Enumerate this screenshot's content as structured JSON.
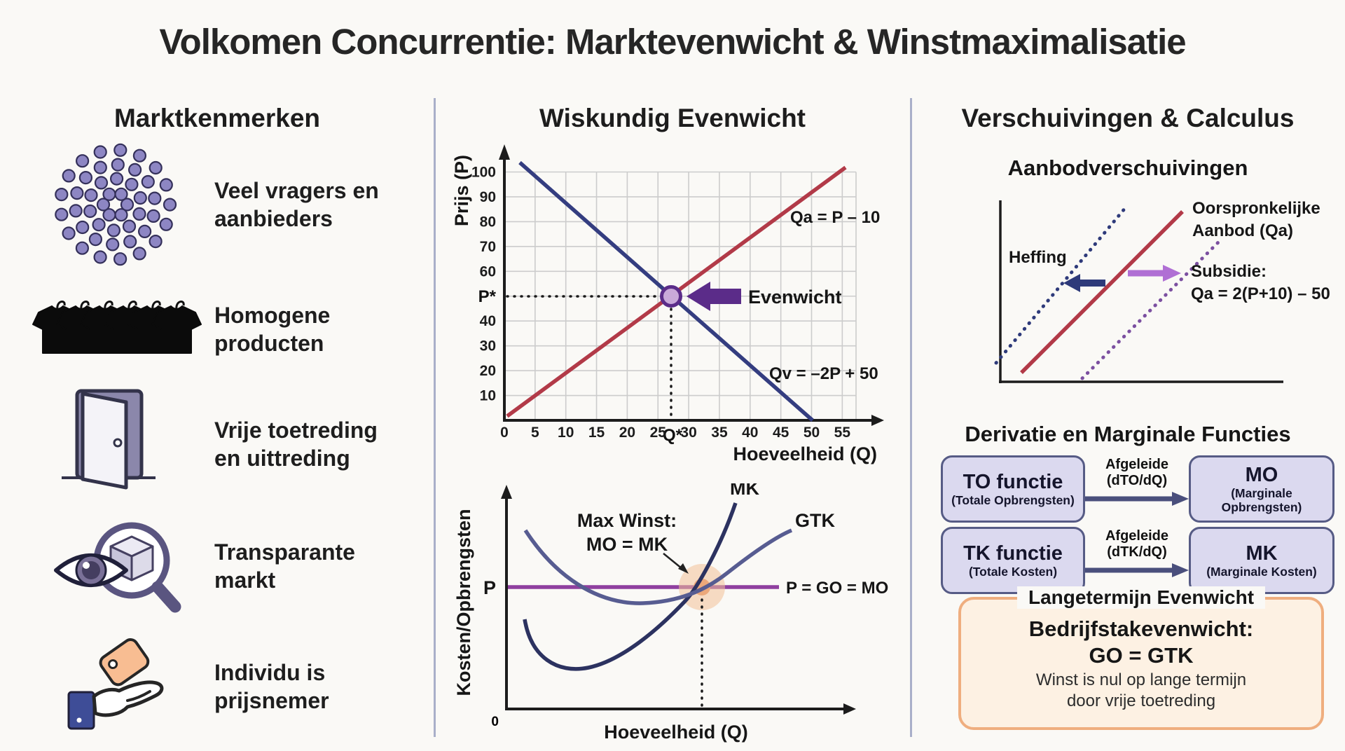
{
  "title": "Volkomen Concurrentie: Marktevenwicht & Winstmaximalisatie",
  "colors": {
    "supply_red": "#b23a48",
    "demand_blue": "#343d80",
    "equilibrium_purple": "#5b2c89",
    "equilibrium_dot_fill": "#c9a9d9",
    "price_line_purple": "#8f3f9f",
    "mk_navy": "#2c3260",
    "gtk_slate": "#575c91",
    "profit_halo_orange": "#f2c198",
    "flow_box_fill": "#dbd9ef",
    "flow_box_border": "#565b85",
    "longrun_border": "#efae7f",
    "longrun_fill": "#fdf1e3",
    "icon_purple": "#8d86c3"
  },
  "left": {
    "header": "Marktkenmerken",
    "items": [
      {
        "icon": "crowd-dots-icon",
        "lines": [
          "Veel vragers en",
          "aanbieders"
        ]
      },
      {
        "icon": "tshirts-icon",
        "lines": [
          "Homogene",
          "producten"
        ]
      },
      {
        "icon": "open-door-icon",
        "lines": [
          "Vrije toetreding",
          "en uittreding"
        ]
      },
      {
        "icon": "eye-magnifier-icon",
        "lines": [
          "Transparante",
          "markt"
        ]
      },
      {
        "icon": "hand-price-tag-icon",
        "lines": [
          "Individu is",
          "prijsnemer"
        ]
      }
    ]
  },
  "middle": {
    "header": "Wiskundig Evenwicht",
    "market_graph": {
      "y_label": "Prijs (P)",
      "x_label": "Hoeveelheid (Q)",
      "y_ticks": [
        100,
        90,
        80,
        70,
        60,
        40,
        30,
        20,
        10
      ],
      "p_star": "P*",
      "x_ticks": [
        0,
        5,
        10,
        15,
        20,
        25,
        30,
        35,
        40,
        45,
        50,
        55
      ],
      "q_star": "Q*",
      "supply_equation": "Qa = P – 10",
      "demand_equation": "Qv = –2P + 50",
      "equilibrium_label": "Evenwicht"
    },
    "cost_graph": {
      "y_label": "Kosten/Opbrengsten",
      "x_label": "Hoeveelheid (Q)",
      "p_label": "P",
      "origin_label": "0",
      "mk_label": "MK",
      "gtk_label": "GTK",
      "price_line_label": "P = GO = MO",
      "max_profit_line1": "Max Winst:",
      "max_profit_line2": "MO = MK"
    }
  },
  "right": {
    "header": "Verschuivingen & Calculus",
    "shifts": {
      "header": "Aanbodverschuivingen",
      "original": [
        "Oorspronkelijke",
        "Aanbod (Qa)"
      ],
      "heffing": "Heffing",
      "subsidie": [
        "Subsidie:",
        "Qa = 2(P+10) – 50"
      ]
    },
    "derivatives": {
      "header": "Derivatie en Marginale Functies",
      "rows": [
        {
          "from": {
            "title": "TO functie",
            "sub": [
              "(Totale Opbrengsten)"
            ]
          },
          "arrow": [
            "Afgeleide",
            "(dTO/dQ)"
          ],
          "to": {
            "title": "MO",
            "sub": [
              "(Marginale",
              "Opbrengsten)"
            ]
          }
        },
        {
          "from": {
            "title": "TK functie",
            "sub": [
              "(Totale Kosten)"
            ]
          },
          "arrow": [
            "Afgeleide",
            "(dTK/dQ)"
          ],
          "to": {
            "title": "MK",
            "sub": [
              "(Marginale Kosten)"
            ]
          }
        }
      ]
    },
    "longrun": {
      "title": "Langetermijn Evenwicht",
      "heading": "Bedrijfstakevenwicht:",
      "equation": "GO = GTK",
      "note": [
        "Winst is nul op lange termijn",
        "door vrije toetreding"
      ]
    }
  },
  "chart_data": [
    {
      "type": "line",
      "title": "Wiskundig Evenwicht",
      "xlabel": "Hoeveelheid (Q)",
      "ylabel": "Prijs (P)",
      "xlim": [
        0,
        57
      ],
      "ylim": [
        0,
        104
      ],
      "grid": true,
      "series": [
        {
          "name": "Aanbod (Qa = P – 10)",
          "x": [
            0.5,
            55
          ],
          "y": [
            2,
            102
          ]
        },
        {
          "name": "Vraag (Qv = –2P + 50)",
          "x": [
            2.5,
            50
          ],
          "y": [
            104,
            0
          ]
        }
      ],
      "annotations": [
        {
          "label": "Evenwicht",
          "x": 27,
          "y": 50
        },
        {
          "label": "P*",
          "y": 50
        },
        {
          "label": "Q*",
          "x": 27
        }
      ]
    },
    {
      "type": "line",
      "title": "Winstmaximalisatie",
      "xlabel": "Hoeveelheid (Q)",
      "ylabel": "Kosten/Opbrengsten",
      "series": [
        {
          "name": "MK",
          "shape": "U-curve rising steeply through equilibrium"
        },
        {
          "name": "GTK",
          "shape": "U-curve with minimum near price line"
        },
        {
          "name": "P = GO = MO",
          "shape": "horizontal line at P"
        }
      ],
      "annotations": [
        {
          "label": "Max Winst: MO = MK",
          "at": "intersection of MK and price line"
        }
      ]
    }
  ]
}
